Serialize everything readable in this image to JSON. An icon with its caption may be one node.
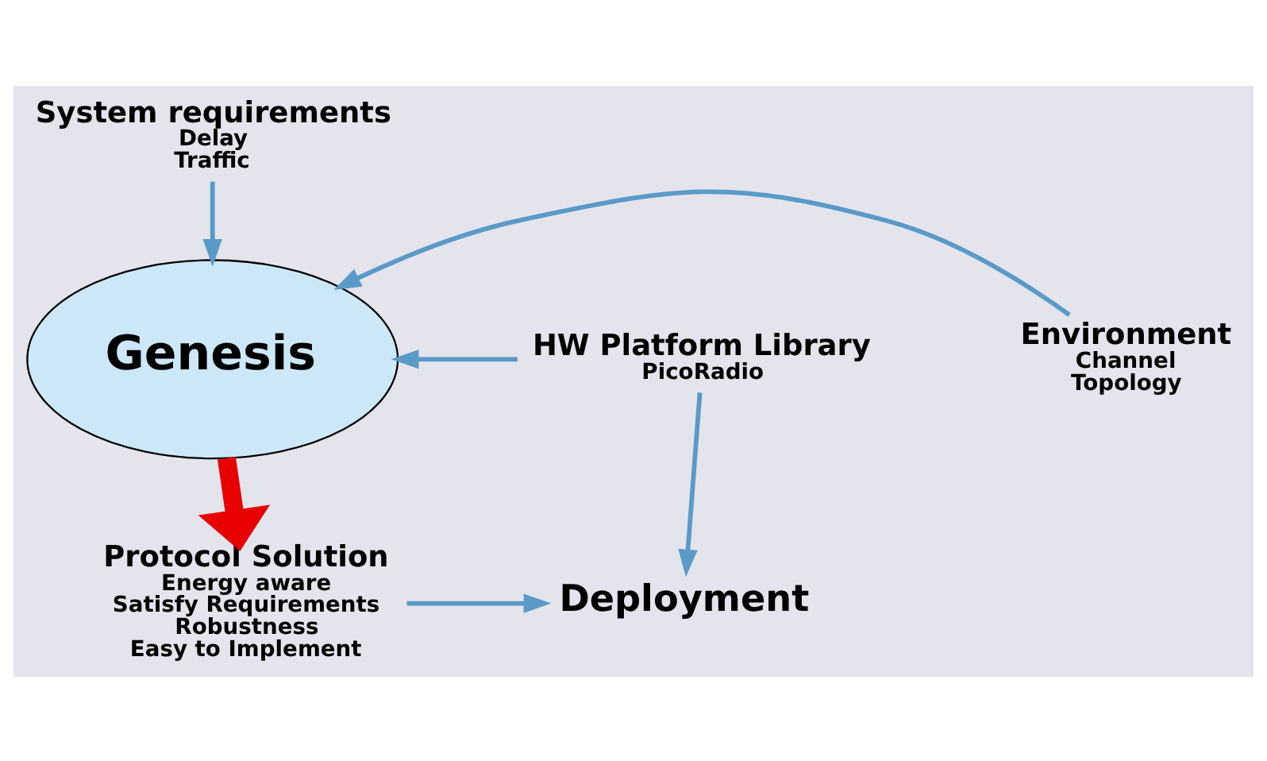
{
  "diagram": {
    "nodes": [
      {
        "text": [
          "System requirements",
          "Delay",
          "Traffic"
        ]
      },
      {
        "text": [
          "Environment",
          "Channel",
          "Topology"
        ]
      },
      {
        "text": [
          "Genesis"
        ]
      },
      {
        "text": [
          "HW Platform Library",
          "PicoRadio"
        ]
      },
      {
        "text": [
          "Protocol Solution",
          "Energy aware",
          "Satisfy Requirements",
          "Robustness",
          "Easy to Implement"
        ]
      },
      {
        "text": [
          "Deployment"
        ]
      }
    ],
    "edges": [
      {
        "from": 0,
        "to": 2,
        "arrow": "to"
      },
      {
        "from": 1,
        "to": 2,
        "arrow": "to"
      },
      {
        "from": 3,
        "to": 2,
        "arrow": "to"
      },
      {
        "from": 2,
        "to": 4,
        "arrow": "to",
        "style": "thick",
        "color": "#e80000"
      },
      {
        "from": 3,
        "to": 5,
        "arrow": "to"
      },
      {
        "from": 4,
        "to": 5,
        "arrow": "to"
      }
    ]
  }
}
